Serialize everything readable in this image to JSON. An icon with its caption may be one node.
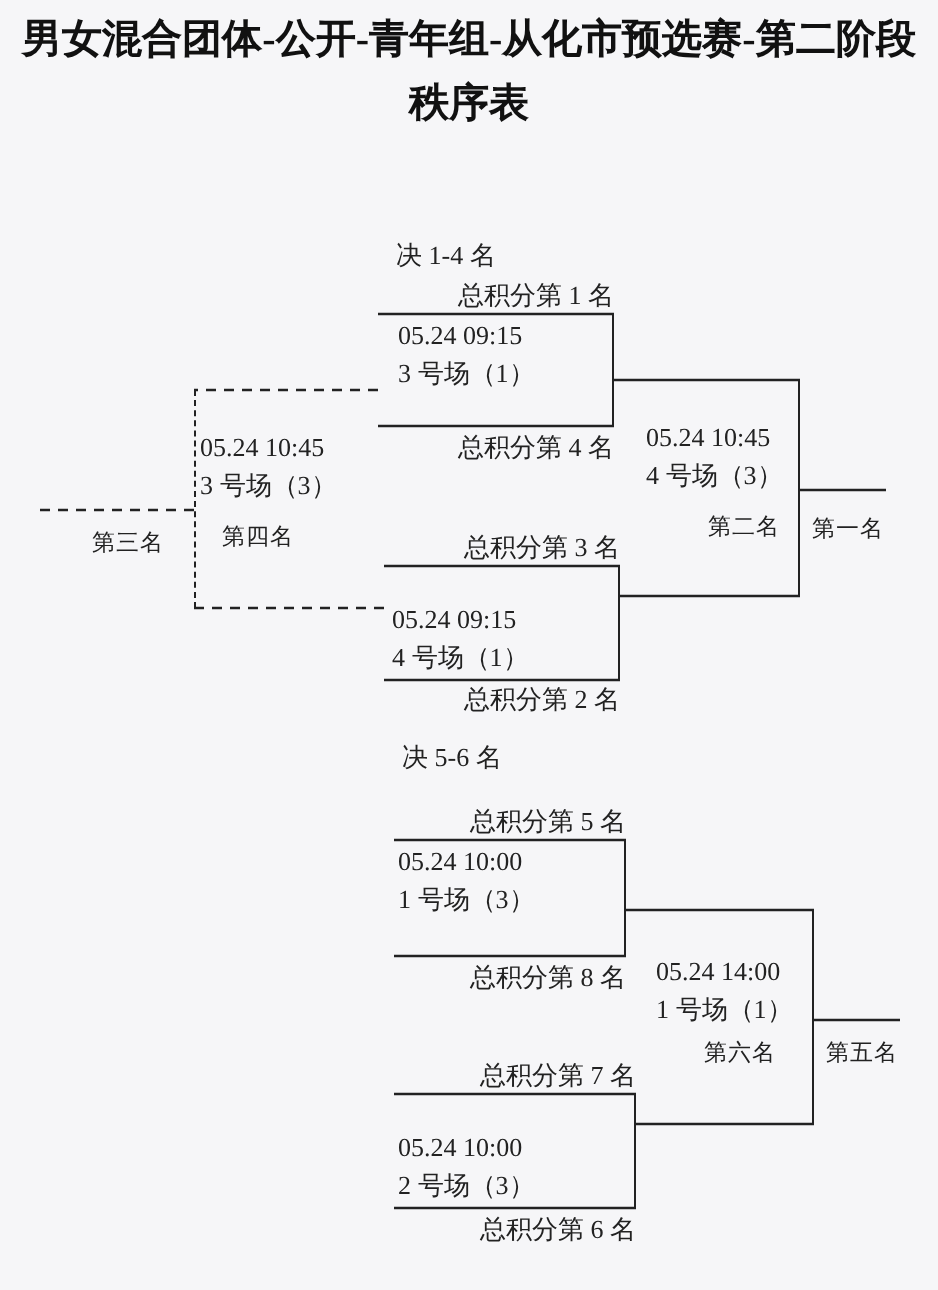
{
  "diagram": {
    "title": "男女混合团体-公开-青年组-从化市预选赛-第二阶段秩序表",
    "nodes": [
      {
        "text": [
          "05.24 09:15 3 号场（1）"
        ]
      },
      {
        "text": [
          "05.24 10:45 3 号场（3）",
          "第四名"
        ]
      },
      {
        "text": [
          "05.24 10:45 4 号场（3）",
          "第二名"
        ]
      },
      {
        "text": [
          "05.24 09:15 4 号场（1）"
        ]
      },
      {
        "text": [
          "05.24 10:00 1 号场（3）"
        ]
      },
      {
        "text": [
          "05.24 14:00 1 号场（1）",
          "第六名"
        ]
      },
      {
        "text": [
          "05.24 10:00 2 号场（3）"
        ]
      }
    ],
    "edges": [
      {
        "from": null,
        "to": 0,
        "arrow": "none",
        "label": "总积分第 1 名"
      },
      {
        "from": null,
        "to": 0,
        "arrow": "none",
        "label": "总积分第 4 名"
      },
      {
        "from": null,
        "to": 3,
        "arrow": "none",
        "label": "总积分第 3 名"
      },
      {
        "from": null,
        "to": 3,
        "arrow": "none",
        "label": "总积分第 2 名"
      },
      {
        "from": 0,
        "to": 2,
        "arrow": "none"
      },
      {
        "from": 3,
        "to": 2,
        "arrow": "none"
      },
      {
        "from": 2,
        "to": null,
        "arrow": "none",
        "label": "第一名"
      },
      {
        "from": 0,
        "to": 1,
        "arrow": "none",
        "style": "dashed"
      },
      {
        "from": 3,
        "to": 1,
        "arrow": "none",
        "style": "dashed"
      },
      {
        "from": 1,
        "to": null,
        "arrow": "none",
        "style": "dashed",
        "label": "第三名"
      },
      {
        "from": null,
        "to": 4,
        "arrow": "none",
        "label": "总积分第 5 名"
      },
      {
        "from": null,
        "to": 4,
        "arrow": "none",
        "label": "总积分第 8 名"
      },
      {
        "from": null,
        "to": 6,
        "arrow": "none",
        "label": "总积分第 7 名"
      },
      {
        "from": null,
        "to": 6,
        "arrow": "none",
        "label": "总积分第 6 名"
      },
      {
        "from": 4,
        "to": 5,
        "arrow": "none"
      },
      {
        "from": 6,
        "to": 5,
        "arrow": "none"
      },
      {
        "from": 5,
        "to": null,
        "arrow": "none",
        "label": "第五名"
      }
    ],
    "labels": [
      "决 1-4 名",
      "决 5-6 名"
    ]
  }
}
